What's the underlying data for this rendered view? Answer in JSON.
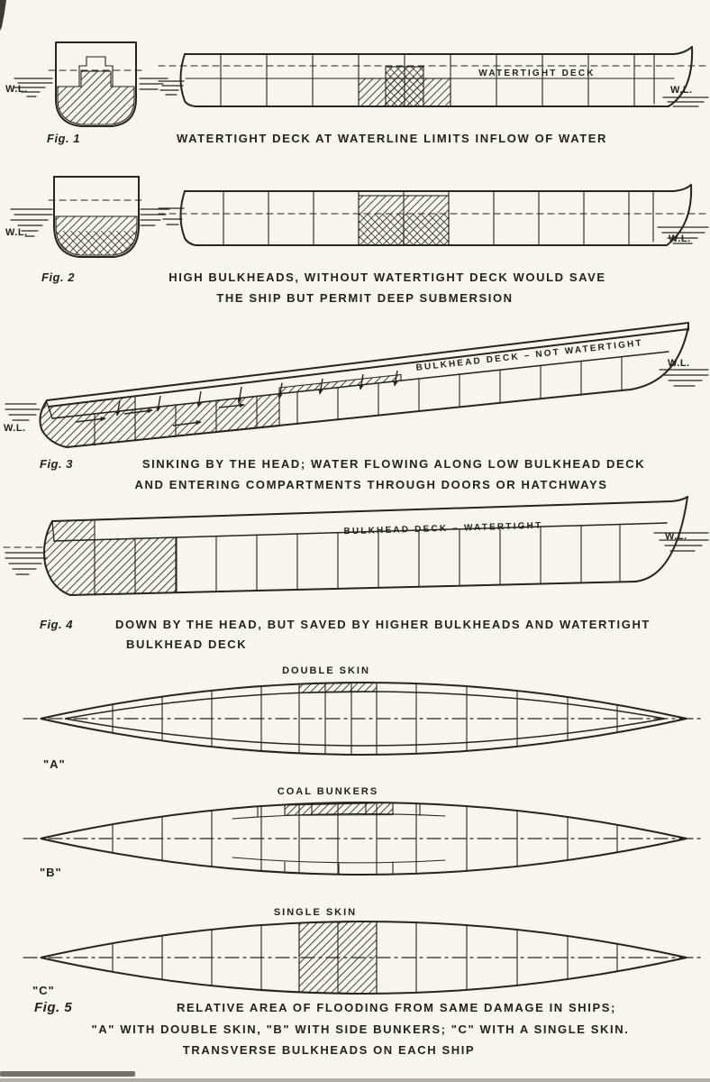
{
  "colors": {
    "paper": "#f7f5f0",
    "ink": "#26241f"
  },
  "fig1": {
    "label": "Fig. 1",
    "caption": "WATERTIGHT DECK AT WATERLINE LIMITS INFLOW OF WATER",
    "deck_label": "WATERTIGHT DECK",
    "wl_left": "W.L.",
    "wl_right": "W.L."
  },
  "fig2": {
    "label": "Fig. 2",
    "caption_line1": "HIGH BULKHEADS, WITHOUT WATERTIGHT DECK WOULD SAVE",
    "caption_line2": "THE SHIP BUT PERMIT DEEP SUBMERSION",
    "wl_left": "W.L.",
    "wl_right": "W.L."
  },
  "fig3": {
    "label": "Fig. 3",
    "caption_line1": "SINKING BY THE HEAD; WATER FLOWING ALONG LOW BULKHEAD DECK",
    "caption_line2": "AND ENTERING COMPARTMENTS THROUGH DOORS OR HATCHWAYS",
    "deck_label": "BULKHEAD DECK – NOT WATERTIGHT",
    "wl_left": "W.L.",
    "wl_right": "W.L."
  },
  "fig4": {
    "label": "Fig. 4",
    "caption_line1": "DOWN BY THE HEAD, BUT SAVED BY HIGHER BULKHEADS AND WATERTIGHT",
    "caption_line2": "BULKHEAD DECK",
    "deck_label": "BULKHEAD DECK – WATERTIGHT",
    "wl_right": "W.L."
  },
  "fig5": {
    "label": "Fig. 5",
    "caption_line1": "RELATIVE AREA OF FLOODING FROM SAME DAMAGE IN SHIPS;",
    "caption_line2": "\"A\" WITH DOUBLE SKIN, \"B\" WITH SIDE BUNKERS; \"C\" WITH A SINGLE SKIN.",
    "caption_line3": "TRANSVERSE BULKHEADS ON EACH SHIP",
    "plan_a_title": "DOUBLE SKIN",
    "plan_a_label": "\"A\"",
    "plan_b_title": "COAL BUNKERS",
    "plan_b_label": "\"B\"",
    "plan_c_title": "SINGLE SKIN",
    "plan_c_label": "\"C\""
  }
}
